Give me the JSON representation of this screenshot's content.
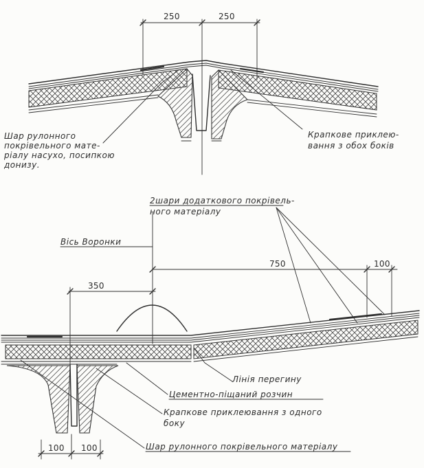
{
  "top_detail": {
    "dim_left": "250",
    "dim_right": "250",
    "note_left_line1": "Шар рулонного",
    "note_left_line2": "покрівельного мате-",
    "note_left_line3": "ріалу насухо, посипкою",
    "note_left_line4": "донизу.",
    "note_right_line1": "Крапкове приклею-",
    "note_right_line2": "вання з обох боків"
  },
  "bottom_detail": {
    "note_layers_line1": "2шари додаткового покрівель-",
    "note_layers_line2": "ного матеріалу",
    "note_axis": "Вісь Воронки",
    "dim_750": "750",
    "dim_100_top": "100",
    "dim_350": "350",
    "note_bend_line": "Лінія перегину",
    "note_mortar": "Цементно-піщаний розчин",
    "note_spot_line1": "Крапкове приклеювання з одного",
    "note_spot_line2": "боку",
    "note_roll_layer": "Шар рулонного покрівельного матеріалу",
    "dim_100_left": "100",
    "dim_100_right": "100"
  }
}
